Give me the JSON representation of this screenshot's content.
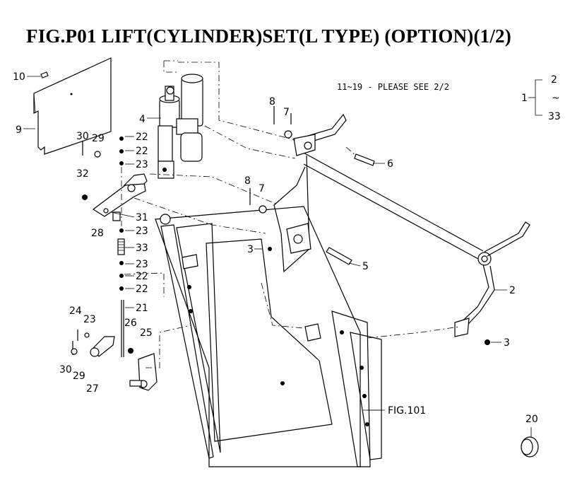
{
  "figure": {
    "title": "FIG.P01  LIFT(CYLINDER)SET(L TYPE) (OPTION)(1/2)",
    "note": "11~19 - PLEASE SEE 2/2",
    "bracket": {
      "main": "1",
      "top": "2",
      "middle": "~",
      "bottom": "33"
    },
    "reference": "FIG.101"
  },
  "callouts": [
    "10",
    "9",
    "4",
    "30",
    "29",
    "22",
    "22",
    "23",
    "32",
    "28",
    "31",
    "23",
    "33",
    "23",
    "22",
    "22",
    "21",
    "24",
    "23",
    "26",
    "25",
    "30",
    "29",
    "27",
    "8",
    "7",
    "8",
    "7",
    "6",
    "3",
    "5",
    "2",
    "3",
    "20"
  ]
}
